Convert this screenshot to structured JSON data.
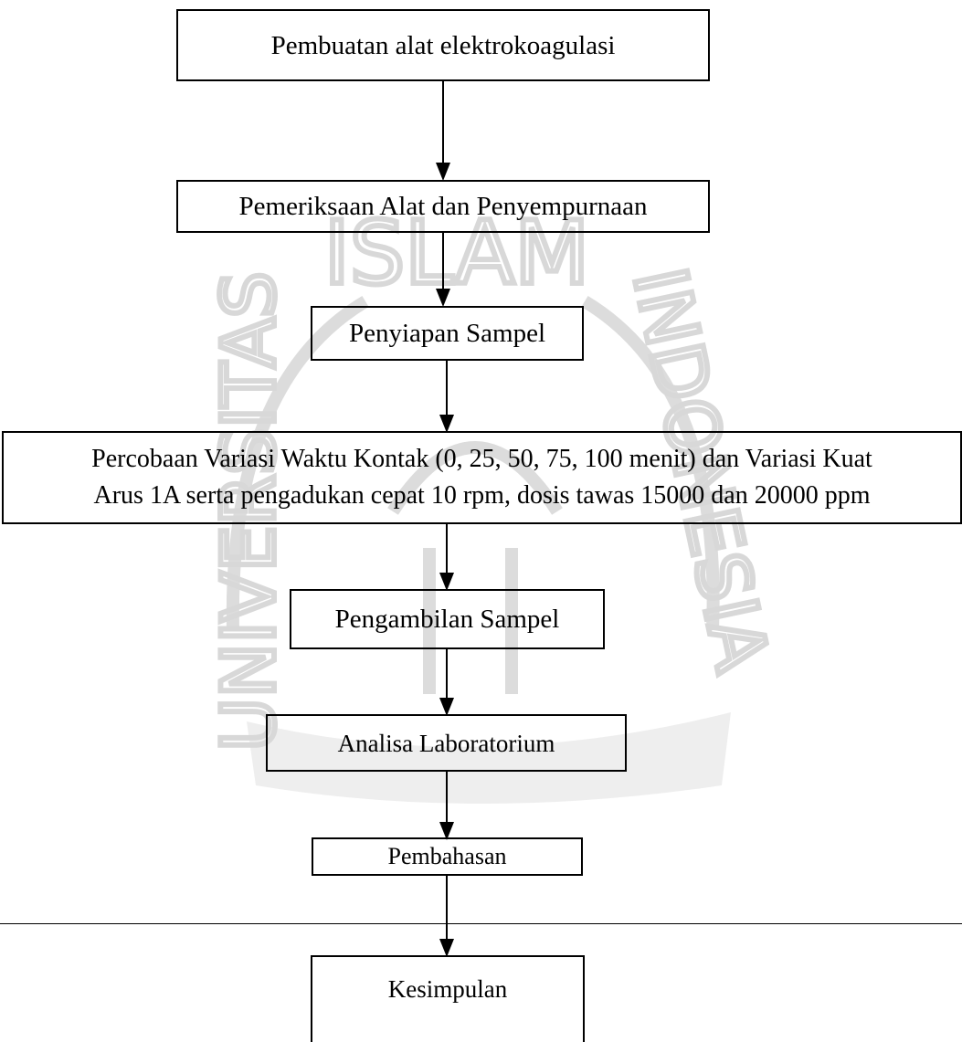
{
  "flowchart": {
    "steps": [
      {
        "id": "step-1",
        "label": "Pembuatan alat elektrokoagulasi"
      },
      {
        "id": "step-2",
        "label": "Pemeriksaan Alat dan Penyempurnaan"
      },
      {
        "id": "step-3",
        "label": "Penyiapan Sampel"
      },
      {
        "id": "step-4",
        "label_line1": "Percobaan Variasi Waktu Kontak (0, 25, 50, 75, 100 menit) dan Variasi Kuat",
        "label_line2": "Arus 1A serta pengadukan cepat 10 rpm, dosis tawas 15000 dan 20000 ppm"
      },
      {
        "id": "step-5",
        "label": "Pengambilan Sampel"
      },
      {
        "id": "step-6",
        "label": "Analisa Laboratorium"
      },
      {
        "id": "step-7",
        "label": "Pembahasan"
      },
      {
        "id": "step-8",
        "label": "Kesimpulan"
      }
    ],
    "watermark_text": {
      "top": "ISLAM",
      "left": "UNIVERSITAS",
      "right": "INDONESIA"
    },
    "colors": {
      "line": "#000000",
      "watermark": "#d9d9d9"
    }
  }
}
